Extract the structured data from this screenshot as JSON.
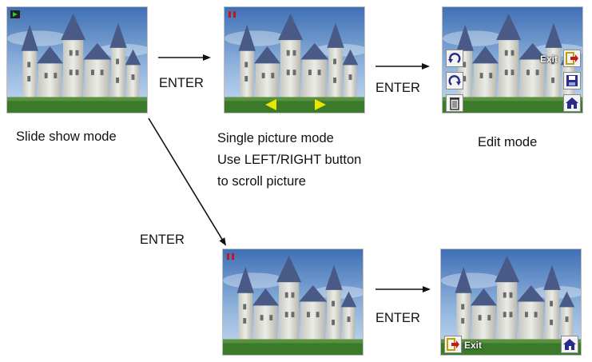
{
  "frames": {
    "slideshow": {
      "mode_icon": "play-icon"
    },
    "single": {
      "mode_icon": "pause-icon"
    },
    "edit": {
      "exit_label": "Exit",
      "buttons": [
        "rotate-left-icon",
        "rotate-right-icon",
        "delete-icon",
        "exit-icon",
        "save-icon",
        "home-icon"
      ]
    },
    "bottom_left": {
      "mode_icon": "pause-icon"
    },
    "bottom_right": {
      "exit_label": "Exit",
      "buttons": [
        "exit-icon",
        "home-icon"
      ]
    }
  },
  "labels": {
    "slideshow": "Slide show mode",
    "single_line1": "Single picture mode",
    "single_line2": "Use LEFT/RIGHT button",
    "single_line3": "to scroll picture",
    "edit": "Edit mode"
  },
  "arrows": {
    "a1": "ENTER",
    "a2": "ENTER",
    "a3": "ENTER",
    "a4": "ENTER"
  },
  "colors": {
    "sky_top": "#3f6fb5",
    "sky_bottom": "#c9dcef",
    "castle": "#dcdcd6",
    "roof": "#4a5a86",
    "grass": "#3b7a2a",
    "nav_arrow": "#e6e600",
    "exit_icon": "#c4161c"
  }
}
